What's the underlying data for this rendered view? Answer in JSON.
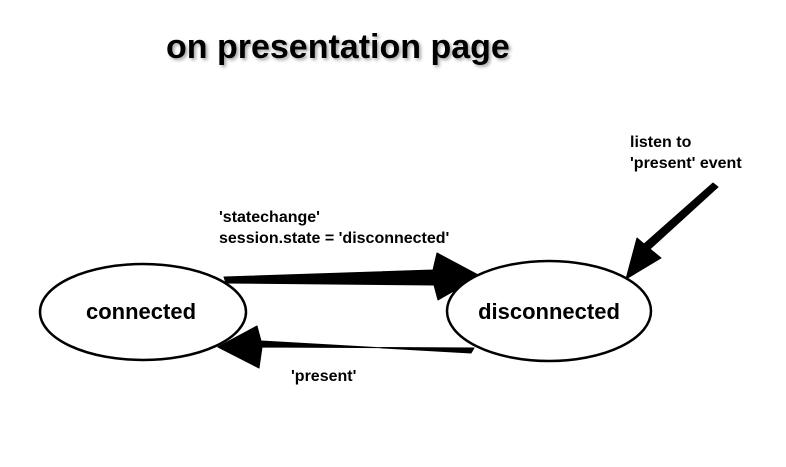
{
  "title": "on presentation page",
  "states": {
    "connected": {
      "label": "connected"
    },
    "disconnected": {
      "label": "disconnected"
    }
  },
  "transitions": {
    "to_disconnected": {
      "label_line1": "'statechange'",
      "label_line2": "session.state = 'disconnected'"
    },
    "to_connected": {
      "label": "'present'"
    }
  },
  "annotation": {
    "line1": "listen to",
    "line2": "'present' event"
  },
  "colors": {
    "stroke": "#000000",
    "fill": "#ffffff",
    "arrow": "#000000"
  }
}
